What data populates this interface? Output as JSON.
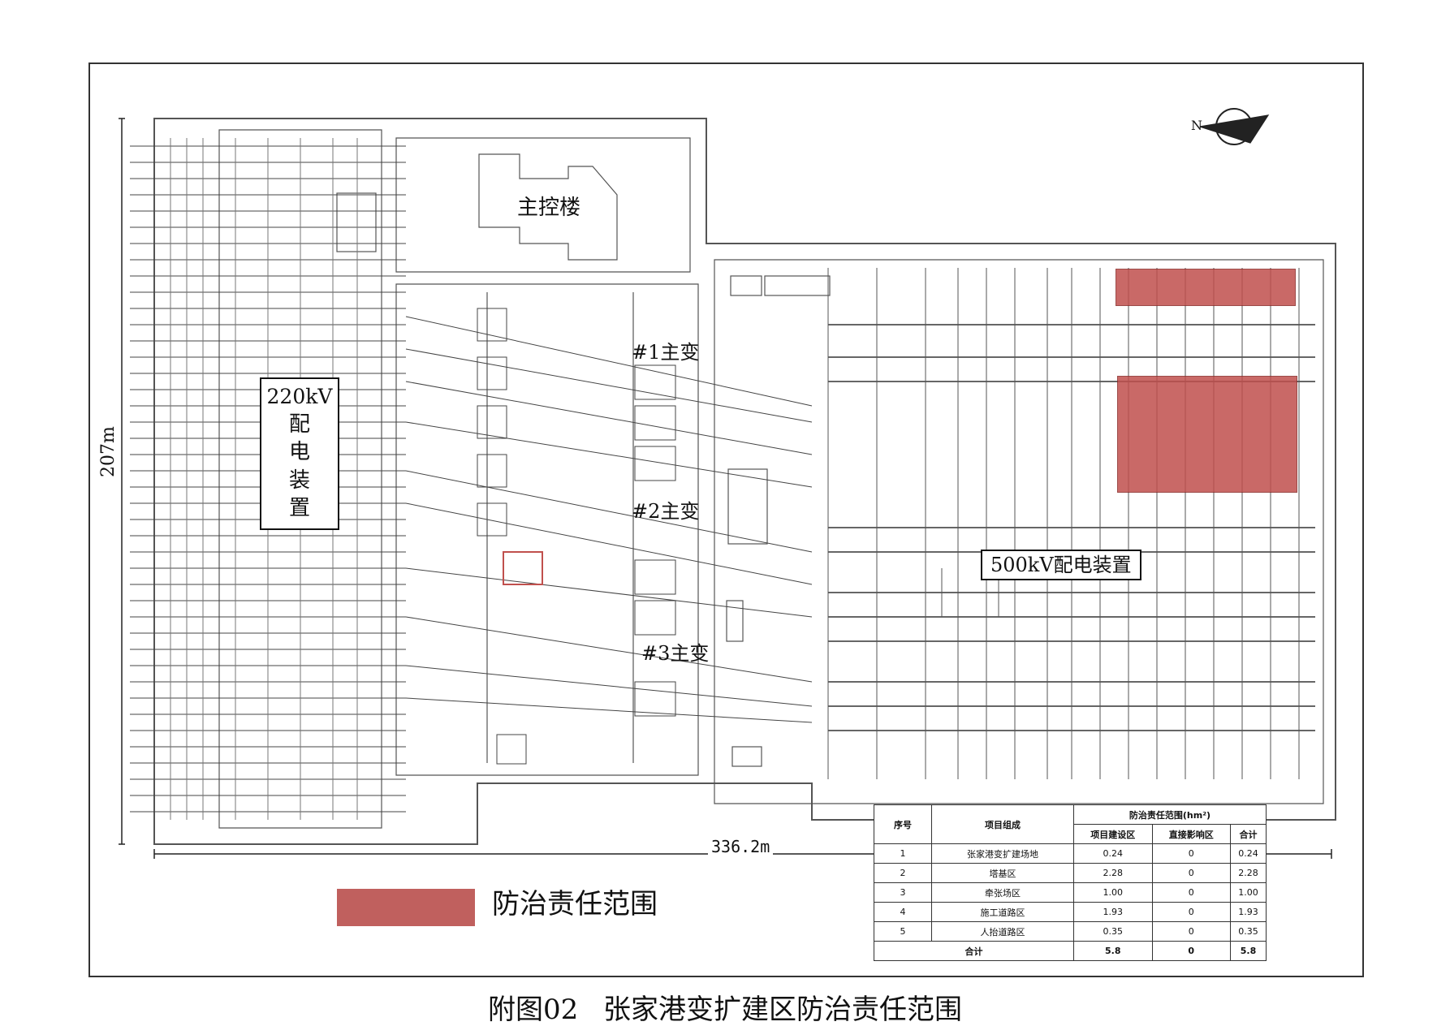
{
  "labels": {
    "main_building": "主控楼",
    "box220_line1": "220kV",
    "box220_chars": [
      "配",
      "电",
      "装",
      "置"
    ],
    "transformer_1": "#1主变",
    "transformer_2": "#2主变",
    "transformer_3": "#3主变",
    "box500": "500kV配电装置",
    "dim_height": "207m",
    "dim_width": "336.2m",
    "north": "N"
  },
  "legend": {
    "label": "防治责任范围",
    "color": "#c0605e"
  },
  "caption": {
    "figure_no": "附图02",
    "title": "张家港变扩建区防治责任范围"
  },
  "table": {
    "headers": {
      "index": "序号",
      "component": "项目组成",
      "group": "防治责任范围(hm²)",
      "construction": "项目建设区",
      "direct": "直接影响区",
      "sum": "合计"
    },
    "rows": [
      {
        "index": "1",
        "component": "张家港变扩建场地",
        "construction": "0.24",
        "direct": "0",
        "sum": "0.24"
      },
      {
        "index": "2",
        "component": "塔基区",
        "construction": "2.28",
        "direct": "0",
        "sum": "2.28"
      },
      {
        "index": "3",
        "component": "牵张场区",
        "construction": "1.00",
        "direct": "0",
        "sum": "1.00"
      },
      {
        "index": "4",
        "component": "施工道路区",
        "construction": "1.93",
        "direct": "0",
        "sum": "1.93"
      },
      {
        "index": "5",
        "component": "人抬道路区",
        "construction": "0.35",
        "direct": "0",
        "sum": "0.35"
      }
    ],
    "total": {
      "label": "合计",
      "construction": "5.8",
      "direct": "0",
      "sum": "5.8"
    }
  }
}
